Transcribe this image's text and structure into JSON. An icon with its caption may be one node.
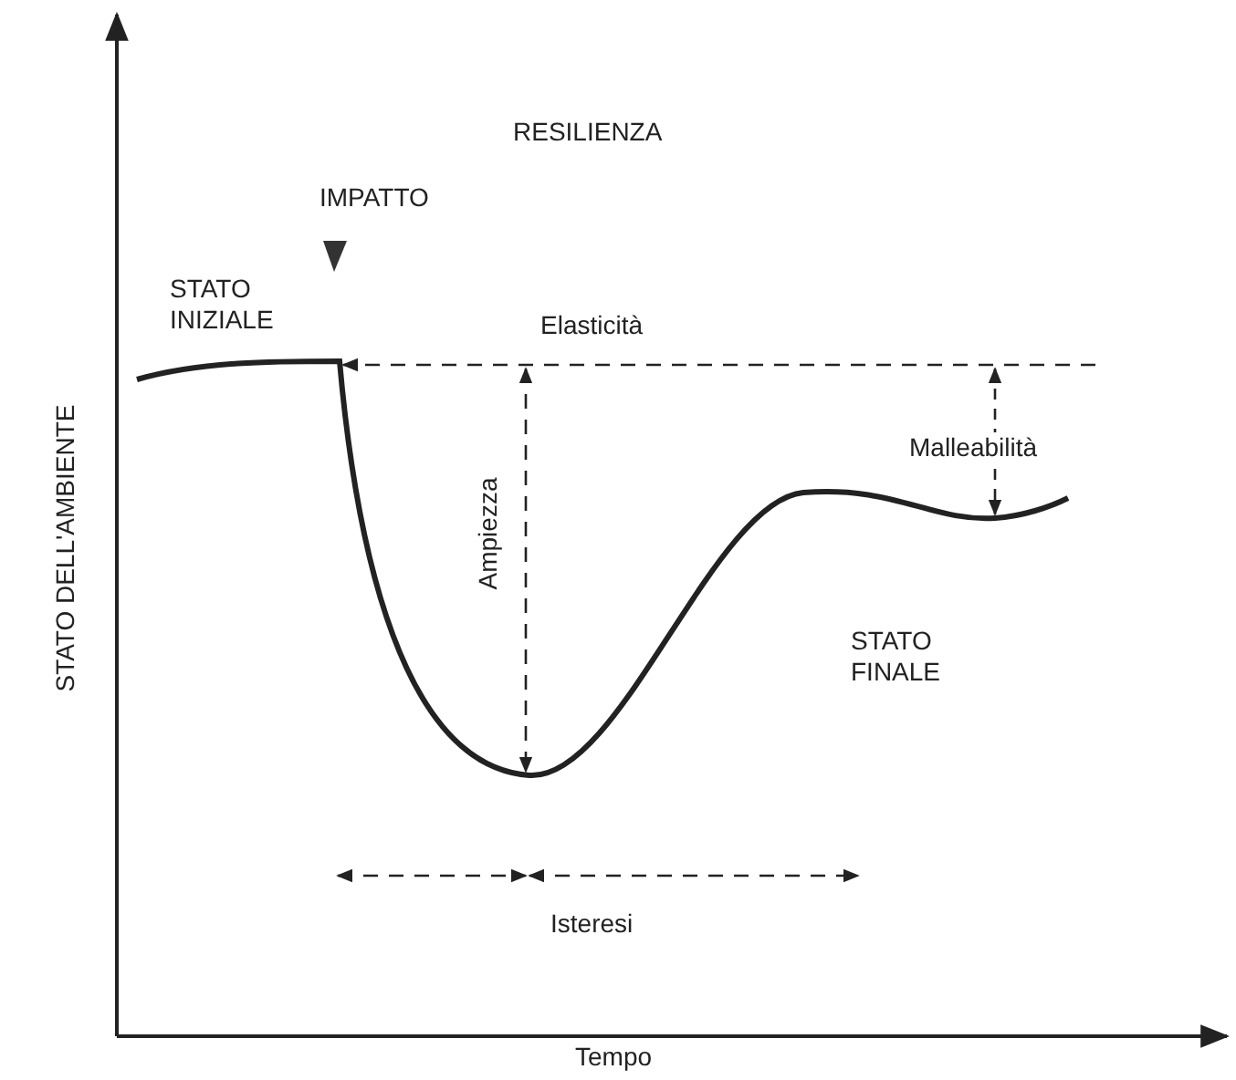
{
  "diagram": {
    "title": "RESILIENZA",
    "labels": [
      "IMPATTO",
      "STATO INIZIALE",
      "Elasticità",
      "Malleabilità",
      "Ampiezza",
      "STATO FINALE",
      "Isteresi",
      "STATO DELL'AMBIENTE",
      "Tempo"
    ]
  }
}
